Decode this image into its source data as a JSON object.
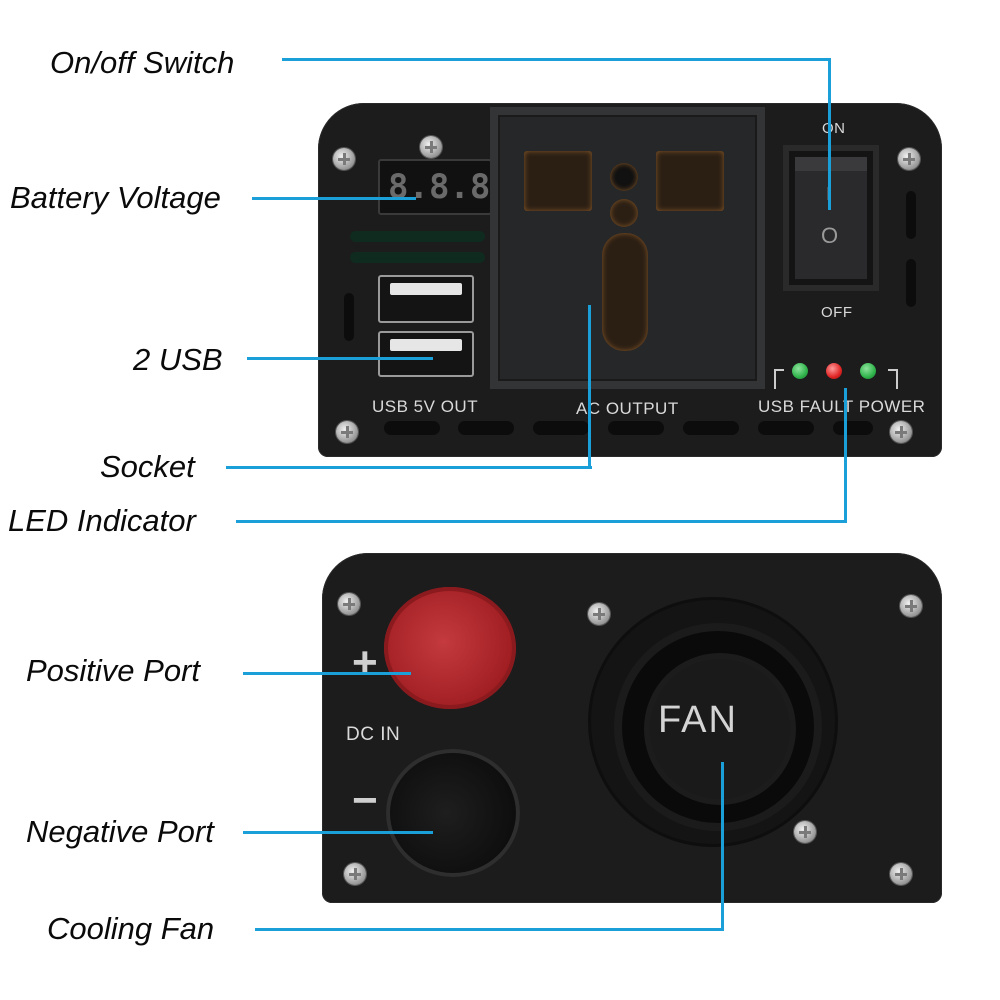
{
  "title": "Inverter front and rear panel diagram",
  "accent_color": "#1a9fd9",
  "callouts": {
    "on_off_switch": "On/off Switch",
    "battery_voltage": "Battery Voltage",
    "usb": "2 USB",
    "socket": "Socket",
    "led_indicator": "LED Indicator",
    "positive_port": "Positive Port",
    "negative_port": "Negative Port",
    "cooling_fan": "Cooling Fan"
  },
  "front_panel": {
    "voltage_display": "8.8.8.",
    "usb_label": "USB  5V  OUT",
    "usb_port_count": 2,
    "ac_output_label": "AC OUTPUT",
    "switch_on_label": "ON",
    "switch_off_label": "OFF",
    "switch_mark_on": "I",
    "switch_mark_off": "O",
    "led_labels": "USB FAULT POWER",
    "leds": [
      {
        "name": "USB",
        "color": "#2fb34a"
      },
      {
        "name": "FAULT",
        "color": "#e02424"
      },
      {
        "name": "POWER",
        "color": "#2fb34a"
      }
    ]
  },
  "rear_panel": {
    "plus_symbol": "+",
    "minus_symbol": "−",
    "dc_in_label": "DC  IN",
    "fan_label": "FAN",
    "positive_color": "#b8282c",
    "negative_color": "#141414"
  }
}
